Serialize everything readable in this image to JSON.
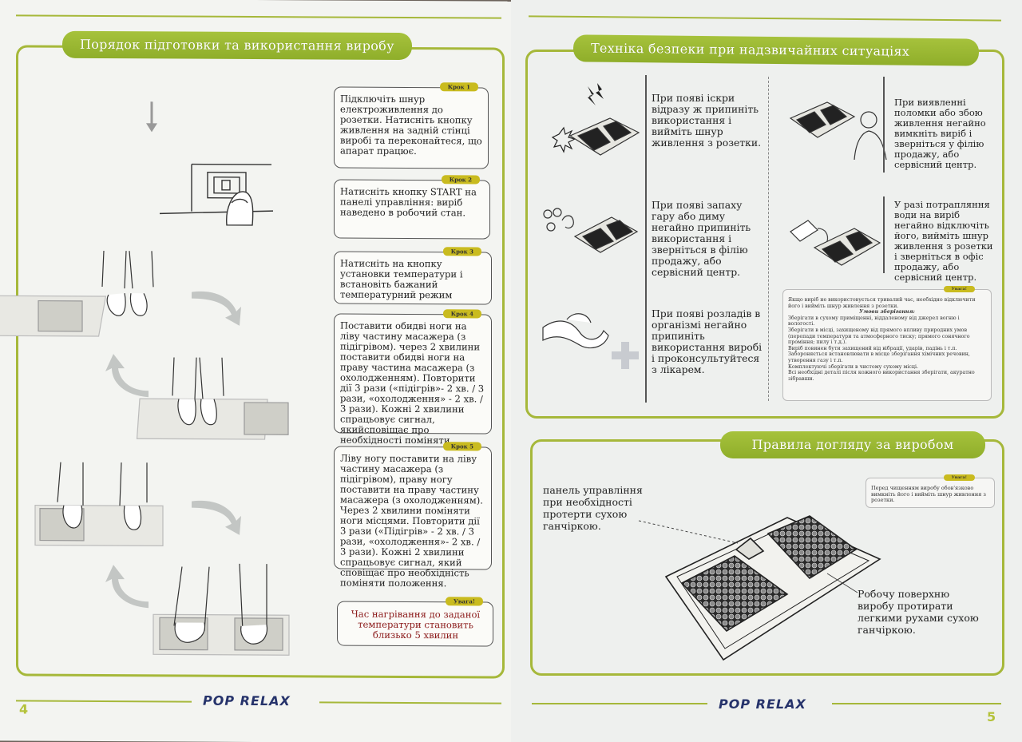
{
  "left_page": {
    "title": "Порядок підготовки та використання виробу",
    "steps": [
      {
        "tag": "Крок 1",
        "text": "Підключіть шнур електроживлення до розетки. Натисніть кнопку живлення на задній стінці виробі та переконайтеся, що апарат працює."
      },
      {
        "tag": "Крок 2",
        "text": "Натисніть кнопку START на панелі управління: виріб наведено в робочий стан."
      },
      {
        "tag": "Крок 3",
        "text": "Натисніть на кнопку установки температури і встановіть бажаний температурний режим"
      },
      {
        "tag": "Крок 4",
        "text": "Поставити обидві ноги на ліву частину масажера (з підігрівом). через 2 хвилини поставити обидві ноги на праву частина масажера (з охолодженням). Повторити дії 3 рази («підігрів»- 2 хв. / 3 рази, «охолодження» - 2 хв. / 3 рази). Кожні 2 хвилини спрацьовує сигнал, якийсповіщає про необхідності поміняти положення."
      },
      {
        "tag": "Крок 5",
        "text": "Ліву ногу поставити на ліву частину масажера (з підігрівом), праву ногу поставити на праву частину масажера (з охолодженням). Через 2 хвилини поміняти ноги місцями. Повторити дії 3 рази («Підігрів» - 2 хв. / 3 рази, «охолодження»- 2 хв. / 3 рази). Кожні 2 хвилини спрацьовує сигнал, який сповіщає про необхідність поміняти положення."
      }
    ],
    "warning": {
      "tag": "Увага!",
      "text": "Час нагрівання до заданої температури становить близько 5 хвилин"
    },
    "brand": "POP RELAX",
    "page_number": "4"
  },
  "right_page": {
    "safety_title": "Техніка безпеки при надзвичайних ситуаціях",
    "safety_items": [
      "При появі іскри відразу ж припиніть використання і вийміть шнур живлення з розетки.",
      "При появі запаху гару або диму негайно припиніть використання і зверніться в філію продажу, або сервісний центр.",
      "При появі розладів в організмі негайно припиніть використання виробі і проконсультуйтеся з лікарем.",
      "При виявленні поломки або збою живлення негайно вимкніть виріб і зверніться у філію продажу, або сервісний центр.",
      "У разі потрапляння води на виріб негайно відключіть його, вийміть шнур живлення з розетки і зверніться в офіс продажу, або сервісний центр."
    ],
    "safety_note": {
      "tag": "Увага!",
      "lines": [
        "Якщо виріб не використовується тривалий час, необхідно відключити його і вийміть шнур живлення з розетки.",
        "Умови зберігання:",
        "Зберігати в сухому приміщенні, віддаленому від джерел вогню і вологості.",
        "Зберігати в місці, захищеному від прямого впливу природних умов (перепади температури та атмосферного тиску; прямого сонячного проміння; пилу і т.д.).",
        "Виріб повинен бути захищений від вібрації, ударів, падінь і т.п.",
        "Забороняється встановлювати в місце зберігання хімічних речовин, утворення газу і т.п.",
        "Комплектуючі зберігати в чистому сухому місці.",
        "Всі необхідні деталі після кожного використання зберігати, акуратно зібравши."
      ]
    },
    "care_title": "Правила догляду за виробом",
    "care_note": {
      "tag": "Увага!",
      "text": "Перед чищенням виробу обов'язково вимкніть його і вийміть шнур живлення з розетки."
    },
    "care_label_panel": "панель управління при необхідності протерти сухою ганчіркою.",
    "care_label_surface": "Робочу поверхню виробу протирати легкими рухами сухою ганчіркою.",
    "brand": "POP RELAX",
    "page_number": "5"
  }
}
